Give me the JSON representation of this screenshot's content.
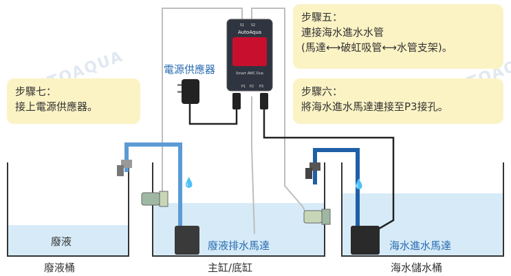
{
  "notes": {
    "step5": {
      "title": "步驟五：",
      "line1": "連接海水進水水管",
      "line2": "(馬達⟷破虹吸管⟷水管支架)。"
    },
    "step6": {
      "title": "步驟六：",
      "line1": "將海水進水馬達連接至P3接孔。"
    },
    "step7": {
      "title": "步驟七：",
      "line1": "接上電源供應器。"
    }
  },
  "labels": {
    "power_supply": "電源供應器",
    "waste_liquid": "廢液",
    "waste_pump": "廢液排水馬達",
    "seawater_pump": "海水進水馬達",
    "waste_bucket": "廢液桶",
    "main_tank": "主缸/底缸",
    "seawater_bucket": "海水儲水桶"
  },
  "controller": {
    "brand": "AutoAqua",
    "model": "Smart AWC Duo",
    "top_ports": [
      "S1",
      "S2"
    ],
    "bottom_ports": [
      "P1",
      "P2",
      "P3"
    ]
  },
  "watermark": "AUTOAQUA",
  "colors": {
    "water": "#d6ebf7",
    "tube_light": "#5b9bd5",
    "tube_dark": "#1f5fa8",
    "cable": "#222222",
    "note_bg": "#fbf3c4",
    "pump": "#3a3a3a",
    "controller": "#2f3540",
    "accent_label": "#2b6cb0"
  }
}
